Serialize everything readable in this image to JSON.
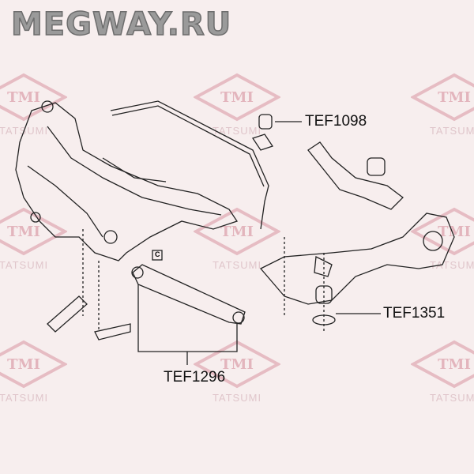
{
  "site_logo": "MEGWAY.RU",
  "watermark": {
    "brand": "TMI",
    "name": "TATSUMI"
  },
  "part_labels": {
    "stabilizer_bushing": "TEF1098",
    "knuckle_bushing": "TEF1351",
    "lower_arm": "TEF1296"
  },
  "callout_letter": "C"
}
